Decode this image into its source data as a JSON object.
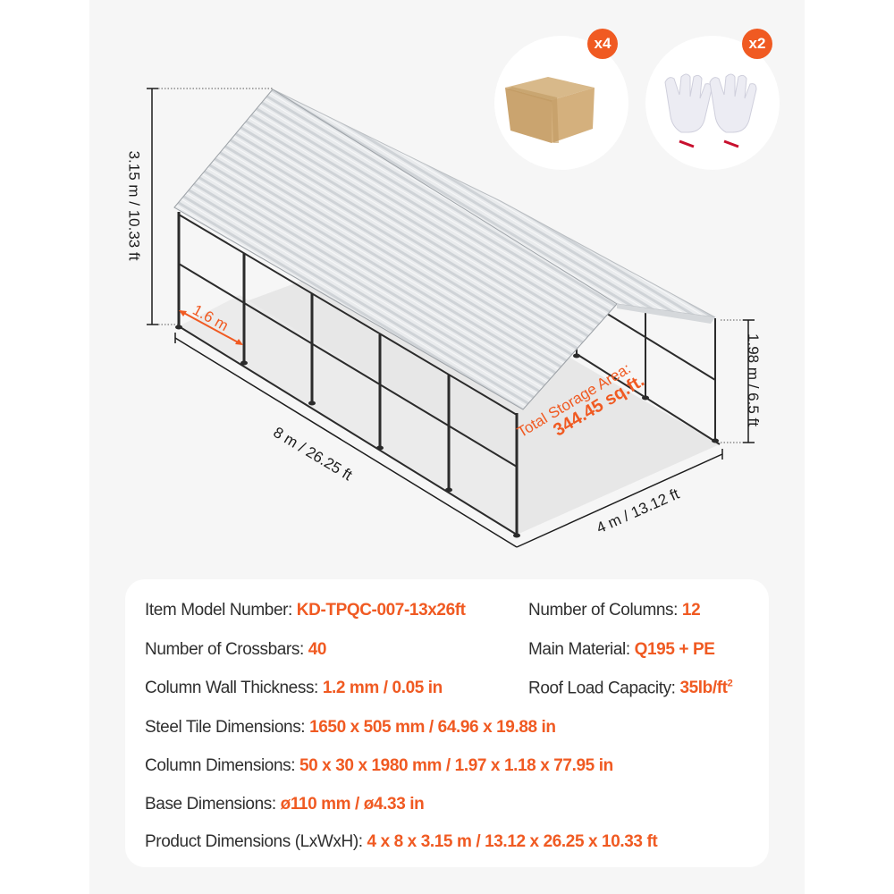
{
  "dimensions": {
    "height_total": "3.15 m / 10.33 ft",
    "side_height": "1.98 m / 6.5 ft",
    "length": "8 m / 26.25 ft",
    "width": "4 m / 13.12 ft",
    "column_spacing": "1.6 m"
  },
  "storage_area": {
    "label": "Total Storage Area:",
    "value": "344.45 sq.ft."
  },
  "accessories": [
    {
      "name": "cardboard-box",
      "quantity": "x4"
    },
    {
      "name": "work-gloves",
      "quantity": "x2"
    }
  ],
  "specs": {
    "model": {
      "label": "Item Model Number: ",
      "value": "KD-TPQC-007-13x26ft"
    },
    "columns": {
      "label": "Number of Columns: ",
      "value": "12"
    },
    "crossbars": {
      "label": "Number of Crossbars: ",
      "value": "40"
    },
    "material": {
      "label": "Main Material: ",
      "value": "Q195 + PE"
    },
    "wall_thickness": {
      "label": "Column Wall Thickness: ",
      "value": "1.2 mm / 0.05 in"
    },
    "roof_load": {
      "label": "Roof Load Capacity: ",
      "value": "35lb/ft",
      "unit_sup": "2"
    },
    "steel_tile": {
      "label": "Steel Tile Dimensions: ",
      "value": "1650 x 505 mm / 64.96 x 19.88 in"
    },
    "column_dims": {
      "label": "Column Dimensions: ",
      "value": "50 x 30 x 1980 mm / 1.97 x 1.18 x 77.95 in"
    },
    "base_dims": {
      "label": "Base Dimensions: ",
      "value": "ø110 mm / ø4.33 in"
    },
    "product_dims": {
      "label": "Product Dimensions (LxWxH): ",
      "value": "4 x 8 x 3.15 m / 13.12 x 26.25 x 10.33 ft"
    }
  },
  "colors": {
    "accent": "#f05a22",
    "text": "#2f2f2f",
    "panel": "#f6f6f6",
    "card": "#ffffff"
  }
}
